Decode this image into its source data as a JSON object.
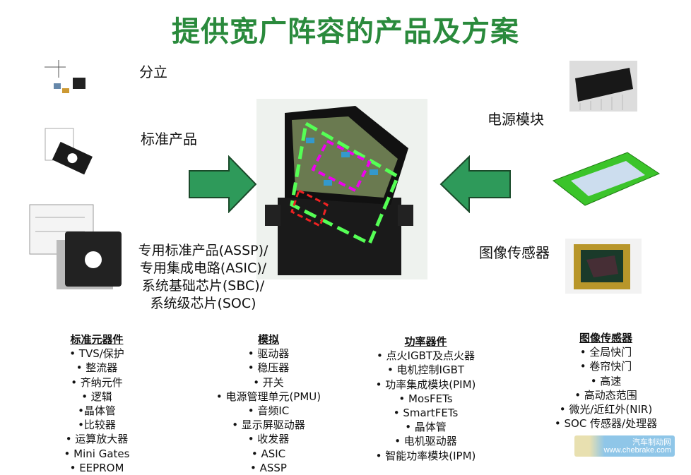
{
  "title": "提供宽广阵容的产品及方案",
  "left_labels": {
    "discrete": "分立",
    "standard": "标准产品",
    "asic": [
      "专用标准产品(ASSP)/",
      "专用集成电路(ASIC)/",
      "系统基础芯片(SBC)/",
      "系统级芯片(SOC)"
    ]
  },
  "right_labels": {
    "power_module": "电源模块",
    "image_sensor": "图像传感器"
  },
  "columns": [
    {
      "heading": "标准元器件",
      "items": [
        "• TVS/保护",
        "• 整流器",
        "• 齐纳元件",
        "• 逻辑",
        "•晶体管",
        "•比较器",
        "• 运算放大器",
        "• Mini Gates",
        "• EEPROM"
      ]
    },
    {
      "heading": "模拟",
      "items": [
        "• 驱动器",
        "• 稳压器",
        "• 开关",
        "• 电源管理单元(PMU)",
        "• 音频IC",
        "• 显示屏驱动器",
        "• 收发器",
        "• ASIC",
        "• ASSP"
      ]
    },
    {
      "heading": "功率器件",
      "items": [
        "• 点火IGBT及点火器",
        "• 电机控制IGBT",
        "• 功率集成模块(PIM)",
        "• MosFETs",
        "• SmartFETs",
        "• 晶体管",
        "• 电机驱动器",
        "•  智能功率模块(IPM)"
      ]
    },
    {
      "heading": "图像传感器",
      "items": [
        "• 全局快门",
        "• 卷帘快门",
        "• 高速",
        "• 高动态范围",
        "• 微光/近红外(NIR)",
        "• SOC 传感器/处理器"
      ]
    }
  ],
  "watermark": {
    "name": "汽车制动网",
    "url": "www.chebrake.com"
  },
  "colors": {
    "title": "#2a8a3c",
    "arrow": "#2e9a5a"
  }
}
